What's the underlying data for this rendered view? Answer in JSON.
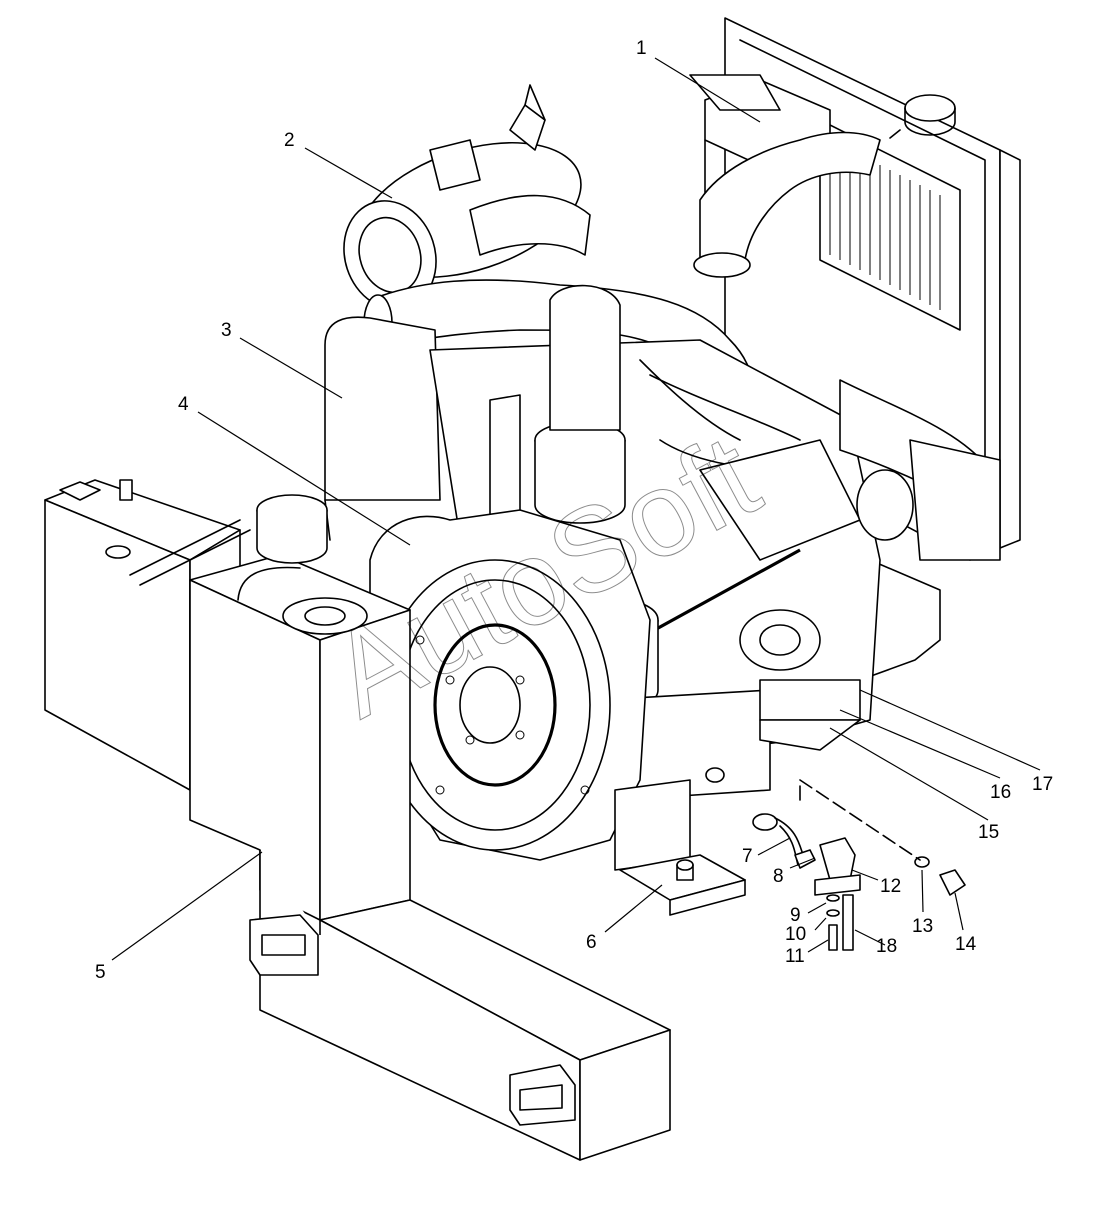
{
  "watermark": "AutoSoft",
  "callouts": [
    {
      "id": "1",
      "label": "1"
    },
    {
      "id": "2",
      "label": "2"
    },
    {
      "id": "3",
      "label": "3"
    },
    {
      "id": "4",
      "label": "4"
    },
    {
      "id": "5",
      "label": "5"
    },
    {
      "id": "6",
      "label": "6"
    },
    {
      "id": "7",
      "label": "7"
    },
    {
      "id": "8",
      "label": "8"
    },
    {
      "id": "9",
      "label": "9"
    },
    {
      "id": "10",
      "label": "10"
    },
    {
      "id": "11",
      "label": "11"
    },
    {
      "id": "12",
      "label": "12"
    },
    {
      "id": "13",
      "label": "13"
    },
    {
      "id": "14",
      "label": "14"
    },
    {
      "id": "15",
      "label": "15"
    },
    {
      "id": "16",
      "label": "16"
    },
    {
      "id": "17",
      "label": "17"
    },
    {
      "id": "18",
      "label": "18"
    }
  ]
}
